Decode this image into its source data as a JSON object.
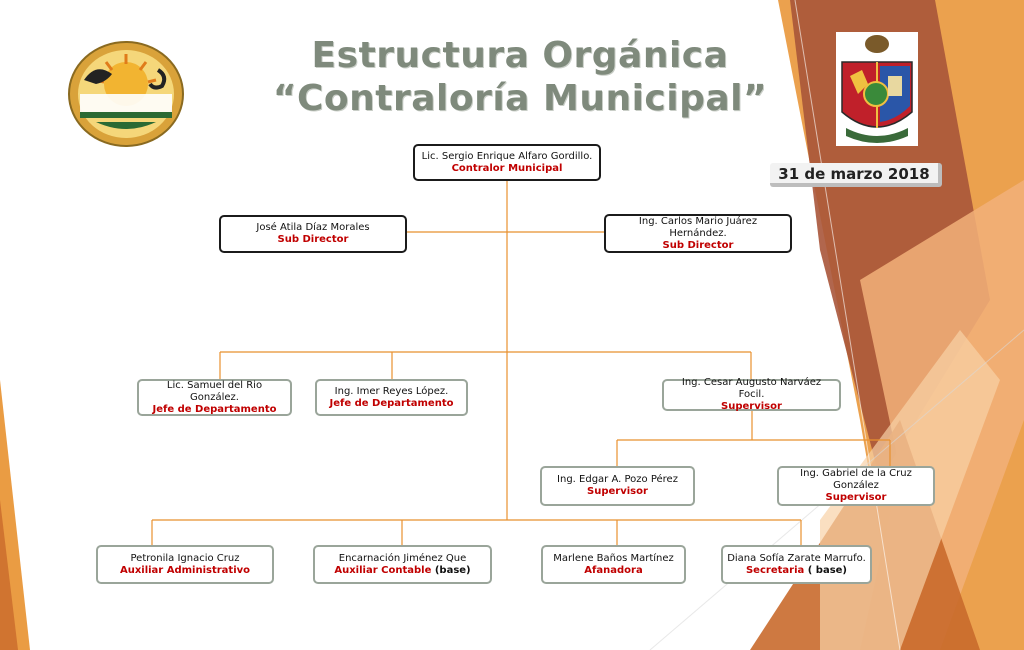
{
  "title": {
    "line1": "Estructura Orgánica",
    "line2": "“Contraloría Municipal”"
  },
  "date": "31 de marzo 2018",
  "logos": {
    "left": "balancan-logo",
    "right": "coat-of-arms-logo"
  },
  "colors": {
    "connector": "#e8912f",
    "role_text": "#c00000",
    "title_text": "#7f8a7c",
    "decor_orange": "#e8912f",
    "decor_brown": "#b5693a"
  },
  "org": {
    "contralor": {
      "name": "Lic. Sergio Enrique Alfaro Gordillo.",
      "role": "Contralor Municipal"
    },
    "subdirector_left": {
      "name": "José Atila Díaz Morales",
      "role": "Sub Director"
    },
    "subdirector_right": {
      "name": "Ing. Carlos Mario Juárez Hernández.",
      "role": "Sub Director"
    },
    "jefe_1": {
      "name": "Lic. Samuel del Rio González.",
      "role": "Jefe de Departamento"
    },
    "jefe_2": {
      "name": "Ing. Imer Reyes López.",
      "role": "Jefe de Departamento"
    },
    "supervisor_main": {
      "name": "Ing. Cesar Augusto Narváez Focil.",
      "role": "Supervisor"
    },
    "supervisor_2": {
      "name": "Ing. Edgar A. Pozo Pérez",
      "role": "Supervisor"
    },
    "supervisor_3": {
      "name": "Ing. Gabriel de la Cruz González",
      "role": "Supervisor"
    },
    "staff_1": {
      "name": "Petronila Ignacio Cruz",
      "role": "Auxiliar Administrativo",
      "suffix": ""
    },
    "staff_2": {
      "name": "Encarnación Jiménez Que",
      "role": "Auxiliar Contable",
      "suffix": " (base)"
    },
    "staff_3": {
      "name": "Marlene Baños Martínez",
      "role": "Afanadora",
      "suffix": ""
    },
    "staff_4": {
      "name": "Diana Sofía Zarate Marrufo.",
      "role": "Secretaria",
      "suffix": " ( base)"
    }
  }
}
